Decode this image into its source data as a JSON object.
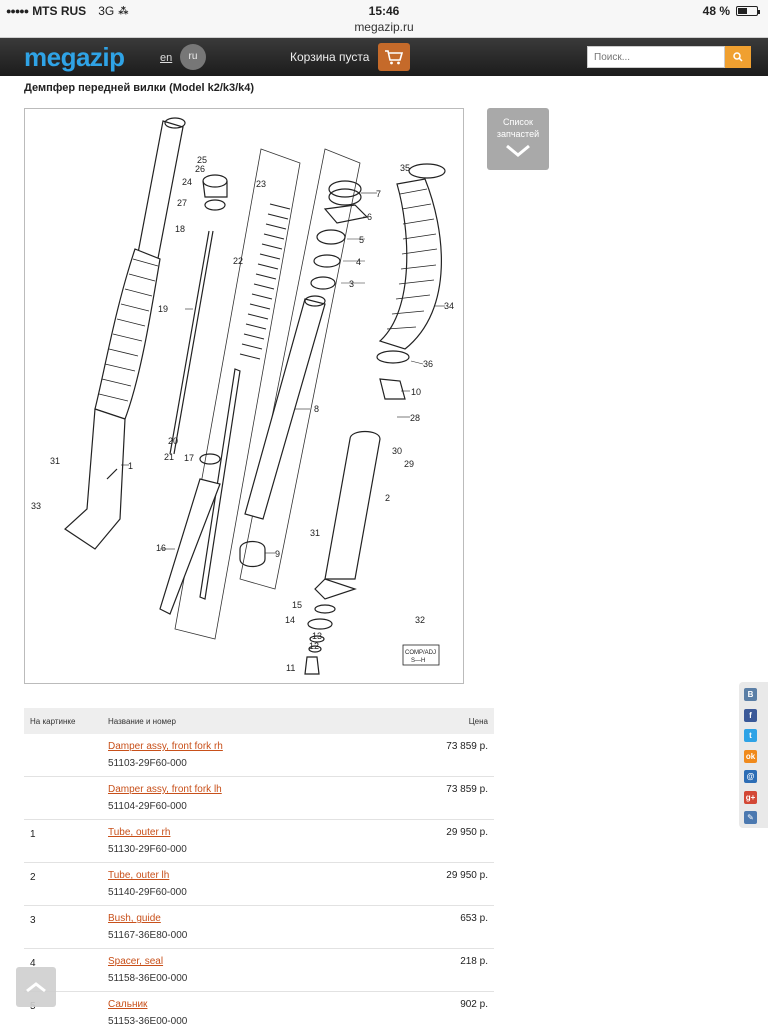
{
  "statusbar": {
    "carrier": "MTS RUS",
    "network": "3G",
    "time": "15:46",
    "battery": "48 %",
    "battery_level": 0.48
  },
  "browser": {
    "url": "megazip.ru"
  },
  "header": {
    "logo": "megazip",
    "lang_en": "en",
    "lang_ru": "ru",
    "cart_text": "Корзина пуста",
    "search_placeholder": "Поиск..."
  },
  "page_title": "Демпфер передней вилки (Model k2/k3/k4)",
  "parts_list_button": {
    "line1": "Список",
    "line2": "запчастей"
  },
  "diagram": {
    "callouts": [
      "1",
      "2",
      "3",
      "4",
      "5",
      "6",
      "7",
      "8",
      "9",
      "10",
      "11",
      "12",
      "13",
      "14",
      "15",
      "16",
      "17",
      "18",
      "19",
      "20",
      "21",
      "22",
      "23",
      "24",
      "25",
      "26",
      "27",
      "28",
      "29",
      "30",
      "31",
      "31",
      "32",
      "33",
      "34",
      "35",
      "36"
    ],
    "badge_line1": "COMP/ADJ",
    "badge_line2": "S—H"
  },
  "table": {
    "headers": {
      "picture": "На картинке",
      "name": "Название и номер",
      "price": "Цена"
    },
    "rows": [
      {
        "num": "",
        "name": "Damper assy, front fork rh",
        "code": "51103-29F60-000",
        "price": "73 859 р."
      },
      {
        "num": "",
        "name": "Damper assy, front fork lh",
        "code": "51104-29F60-000",
        "price": "73 859 р."
      },
      {
        "num": "1",
        "name": "Tube, outer rh",
        "code": "51130-29F60-000",
        "price": "29 950 р."
      },
      {
        "num": "2",
        "name": "Tube, outer lh",
        "code": "51140-29F60-000",
        "price": "29 950 р."
      },
      {
        "num": "3",
        "name": "Bush, guide",
        "code": "51167-36E80-000",
        "price": "653 р."
      },
      {
        "num": "4",
        "name": "Spacer, seal",
        "code": "51158-36E00-000",
        "price": "218 р."
      },
      {
        "num": "5",
        "name": "Сальник",
        "code": "51153-36E00-000",
        "price": "902 р."
      }
    ]
  },
  "social": [
    {
      "icon": "vkontakte-icon",
      "glyph": "B",
      "color": "#5b7fa6"
    },
    {
      "icon": "facebook-icon",
      "glyph": "f",
      "color": "#3b5998"
    },
    {
      "icon": "twitter-icon",
      "glyph": "t",
      "color": "#2fa3e6"
    },
    {
      "icon": "odnoklassniki-icon",
      "glyph": "ok",
      "color": "#f08a1c"
    },
    {
      "icon": "mailru-icon",
      "glyph": "@",
      "color": "#2d6db5"
    },
    {
      "icon": "googleplus-icon",
      "glyph": "g+",
      "color": "#d34836"
    },
    {
      "icon": "livejournal-icon",
      "glyph": "✎",
      "color": "#4c79b0"
    }
  ]
}
